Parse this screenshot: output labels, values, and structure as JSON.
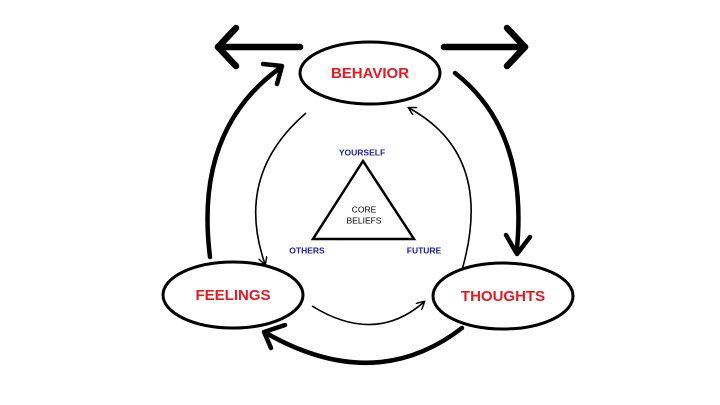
{
  "colors": {
    "node_text": "#e31b23",
    "vertex_text": "#1f1f9e",
    "stroke": "#000000",
    "background": "#ffffff"
  },
  "nodes": {
    "behavior": "BEHAVIOR",
    "thoughts": "THOUGHTS",
    "feelings": "FEELINGS"
  },
  "triangle": {
    "top": "YOURSELF",
    "left": "OTHERS",
    "right": "FUTURE",
    "center_line1": "CORE",
    "center_line2": "BELIEFS"
  }
}
